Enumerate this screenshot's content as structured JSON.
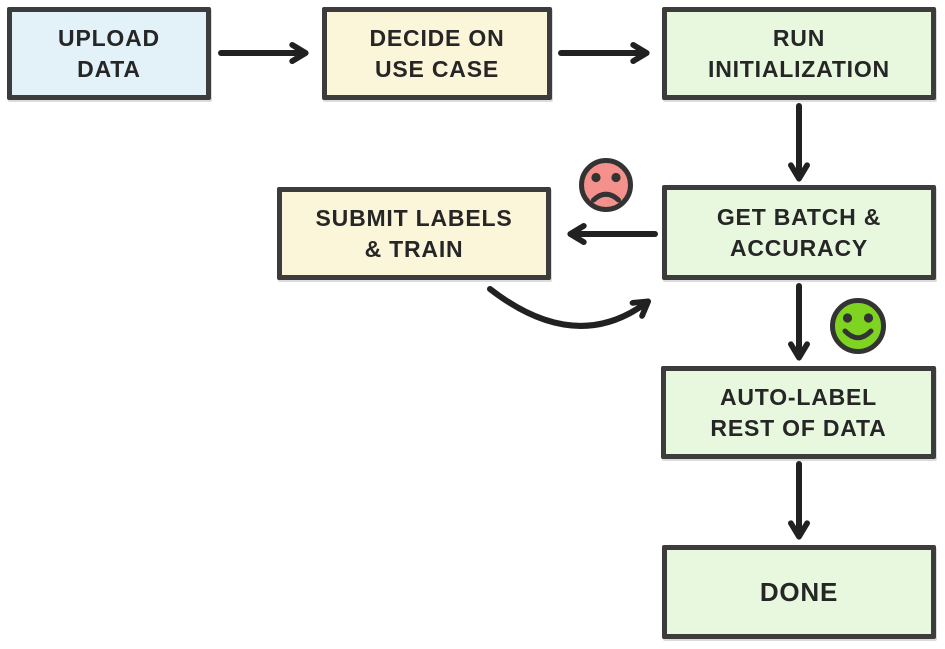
{
  "nodes": {
    "upload": {
      "line1": "UPLOAD",
      "line2": "DATA"
    },
    "decide": {
      "line1": "DECIDE ON",
      "line2": "USE CASE"
    },
    "run": {
      "line1": "RUN",
      "line2": "INITIALIZATION"
    },
    "batch": {
      "line1": "GET BATCH &",
      "line2": "ACCURACY"
    },
    "submit": {
      "line1": "SUBMIT LABELS",
      "line2": "& TRAIN"
    },
    "autolabel": {
      "line1": "AUTO-LABEL",
      "line2": "REST OF DATA"
    },
    "done": {
      "line1": "DONE",
      "line2": ""
    }
  },
  "edges": [
    {
      "from": "upload",
      "to": "decide",
      "type": "straight"
    },
    {
      "from": "decide",
      "to": "run",
      "type": "straight"
    },
    {
      "from": "run",
      "to": "batch",
      "type": "straight"
    },
    {
      "from": "batch",
      "to": "submit",
      "type": "straight",
      "condition": "sad-face-icon"
    },
    {
      "from": "submit",
      "to": "batch",
      "type": "curved"
    },
    {
      "from": "batch",
      "to": "autolabel",
      "type": "straight",
      "condition": "happy-face-icon"
    },
    {
      "from": "autolabel",
      "to": "done",
      "type": "straight"
    }
  ],
  "icons": {
    "negative": "sad-face-icon",
    "positive": "happy-face-icon"
  },
  "colors": {
    "blue": "#e3f1f8",
    "cream": "#fbf6da",
    "green": "#e8f8df",
    "border": "#3c3c3c",
    "arrow": "#212121",
    "sad": "#f4918d",
    "happy": "#7fd321",
    "face_outline": "#333333",
    "text": "#262626",
    "bg": "#ffffff"
  }
}
